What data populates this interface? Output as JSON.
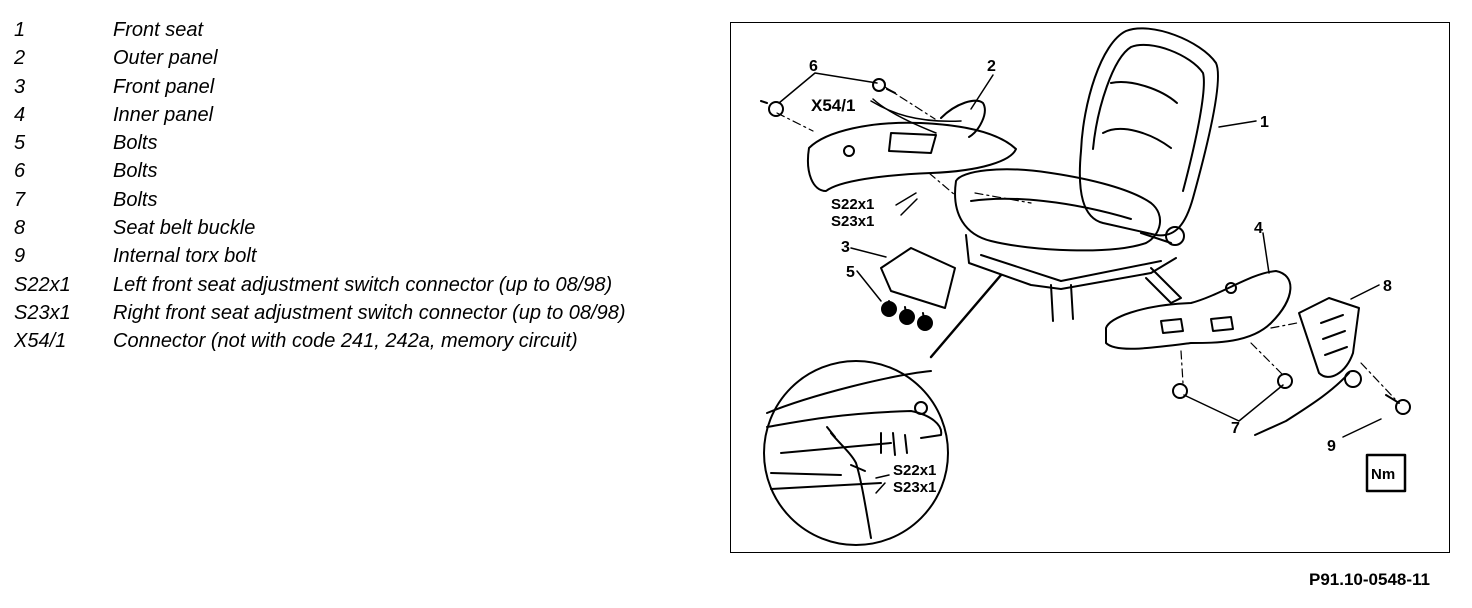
{
  "legend": [
    {
      "key": "1",
      "desc": "Front seat"
    },
    {
      "key": "2",
      "desc": "Outer panel"
    },
    {
      "key": "3",
      "desc": "Front panel"
    },
    {
      "key": "4",
      "desc": "Inner panel"
    },
    {
      "key": "5",
      "desc": "Bolts"
    },
    {
      "key": "6",
      "desc": "Bolts"
    },
    {
      "key": "7",
      "desc": "Bolts"
    },
    {
      "key": "8",
      "desc": "Seat belt buckle"
    },
    {
      "key": "9",
      "desc": "Internal torx bolt"
    },
    {
      "key": "S22x1",
      "desc": "Left front seat adjustment switch connector (up to 08/98)"
    },
    {
      "key": "S23x1",
      "desc": "Right front seat adjustment switch connector (up to 08/98)"
    },
    {
      "key": "X54/1",
      "desc": "Connector (not with code 241, 242a, memory circuit)"
    }
  ],
  "figure": {
    "callouts": {
      "c1": "1",
      "c2": "2",
      "c3": "3",
      "c4": "4",
      "c5": "5",
      "c6": "6",
      "c7": "7",
      "c8": "8",
      "c9": "9",
      "x54": "X54/1",
      "s22_top": "S22x1",
      "s23_top": "S23x1",
      "s22_detail": "S22x1",
      "s23_detail": "S23x1"
    },
    "torque_symbol": "Nm",
    "figure_id": "P91.10-0548-11"
  }
}
